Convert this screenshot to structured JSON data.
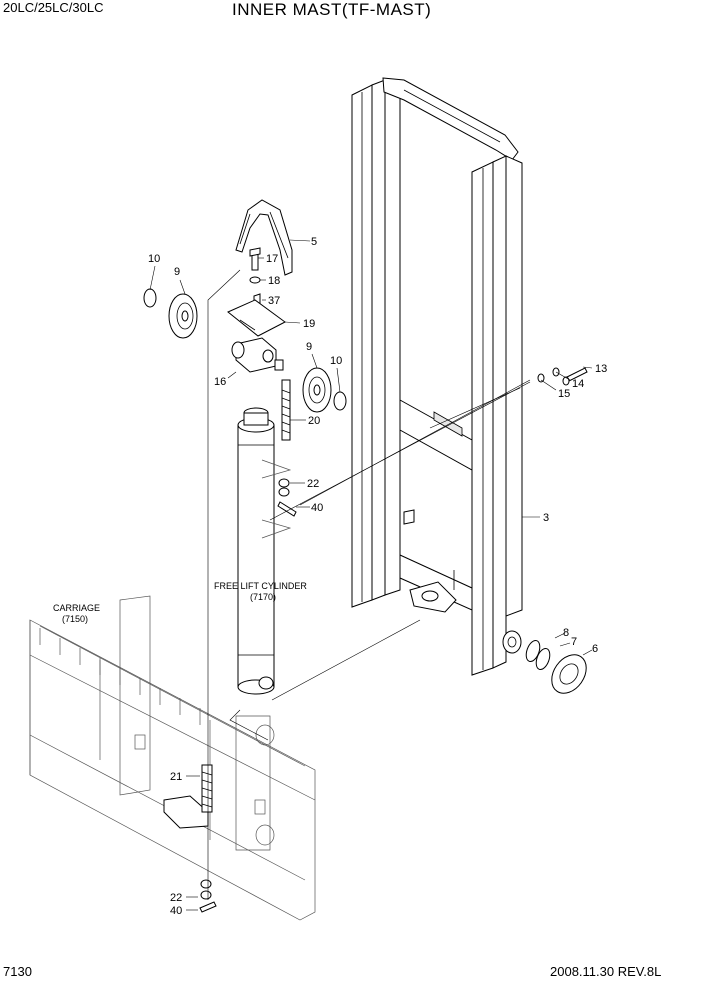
{
  "header": {
    "models": "20LC/25LC/30LC",
    "title": "INNER MAST(TF-MAST)"
  },
  "footer": {
    "page_number": "7130",
    "revision": "2008.11.30  REV.8L"
  },
  "callouts": {
    "c3": "3",
    "c5": "5",
    "c6": "6",
    "c7": "7",
    "c8": "8",
    "c9a": "9",
    "c9b": "9",
    "c10a": "10",
    "c10b": "10",
    "c13": "13",
    "c14": "14",
    "c15": "15",
    "c16": "16",
    "c17": "17",
    "c18": "18",
    "c19": "19",
    "c20": "20",
    "c21": "21",
    "c22a": "22",
    "c22b": "22",
    "c37": "37",
    "c40a": "40",
    "c40b": "40"
  },
  "assemblies": {
    "carriage_name": "CARRIAGE",
    "carriage_ref": "(7150)",
    "cylinder_name": "FREE LIFT CYLINDER",
    "cylinder_ref": "(7170)"
  }
}
